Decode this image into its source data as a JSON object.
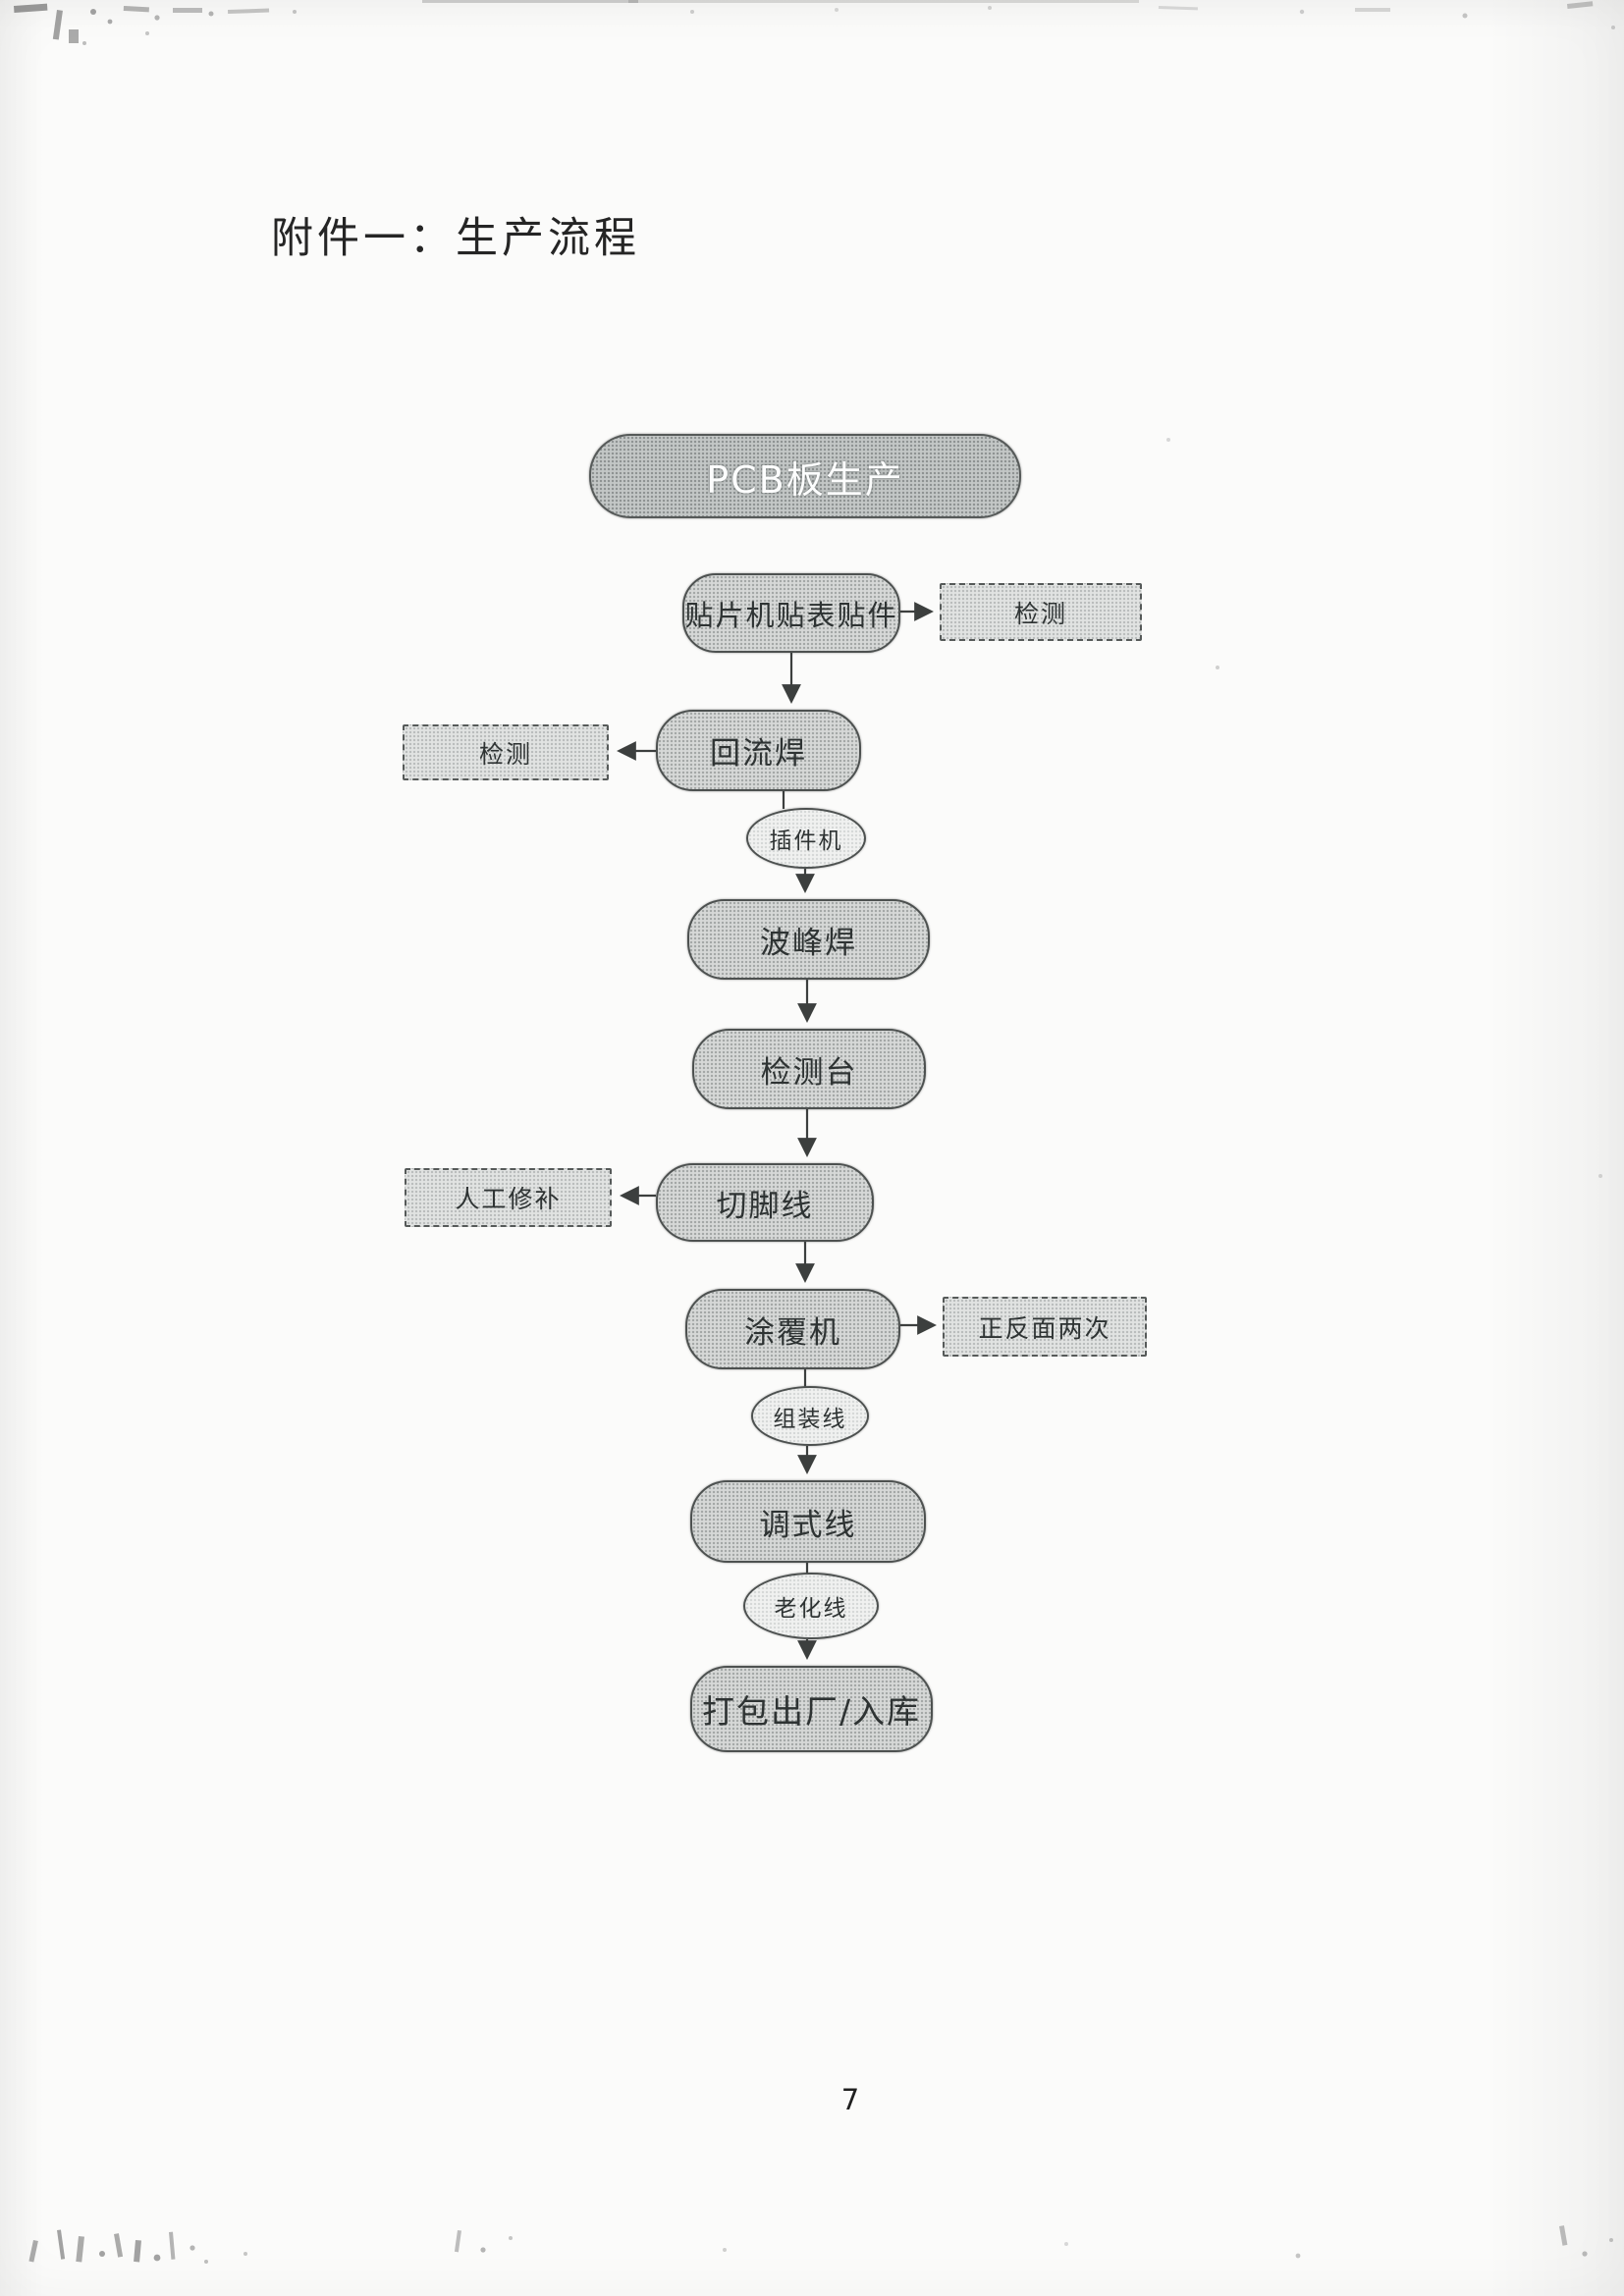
{
  "page": {
    "title": "附件一：生产流程",
    "page_number": "7"
  },
  "flowchart": {
    "pcb": "PCB板生产",
    "smt": "贴片机贴表贴件",
    "inspect_right": "检测",
    "reflow": "回流焊",
    "inspect_left": "检测",
    "inserter": "插件机",
    "wave_solder": "波峰焊",
    "test_bench": "检测台",
    "lead_cutting": "切脚线",
    "manual_repair": "人工修补",
    "coating": "涂覆机",
    "both_sides": "正反面两次",
    "assembly_line": "组装线",
    "debug_line": "调式线",
    "aging_line": "老化线",
    "packing": "打包出厂/入库"
  }
}
